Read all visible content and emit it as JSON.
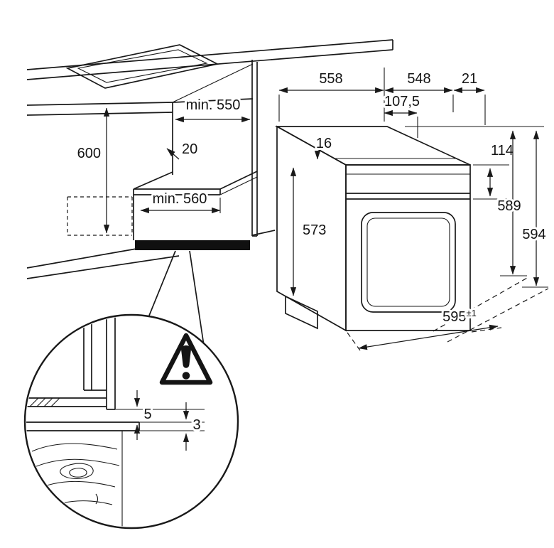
{
  "diagram": {
    "background": "#ffffff",
    "line_color": "#191919",
    "plinth_fill": "#101010",
    "cabinet": {
      "niche_height": "600",
      "niche_depth": "min. 550",
      "rear_gap": "20",
      "niche_width": "min. 560"
    },
    "oven": {
      "depth_top": "558",
      "width_top": "548",
      "front_overhang": "21",
      "top_offset": "107,5",
      "top_clearance": "16",
      "control_panel_height": "114",
      "side_height": "573",
      "height_rear": "589",
      "height_front": "594",
      "width_value": "595",
      "width_tolerance": "±1"
    },
    "plinth_detail": {
      "upper_gap": "5",
      "lower_gap": "3",
      "warning_icon": "exclamation-triangle"
    }
  }
}
